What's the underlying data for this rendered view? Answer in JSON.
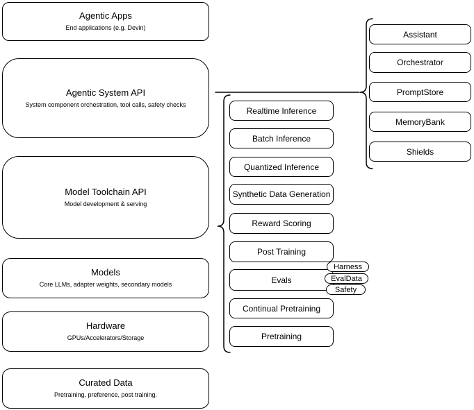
{
  "diagram": {
    "stack": [
      {
        "title": "Agentic Apps",
        "subtitle": "End applications (e.g. Devin)"
      },
      {
        "title": "Agentic System API",
        "subtitle": "System component orchestration, tool calls, safety checks"
      },
      {
        "title": "Model Toolchain API",
        "subtitle": "Model development & serving"
      },
      {
        "title": "Models",
        "subtitle": "Core LLMs, adapter weights, secondary models"
      },
      {
        "title": "Hardware",
        "subtitle": "GPUs/Accelerators/Storage"
      },
      {
        "title": "Curated Data",
        "subtitle": "Pretraining, preference, post training."
      }
    ],
    "toolchain": [
      "Realtime Inference",
      "Batch Inference",
      "Quantized Inference",
      "Synthetic Data Generation",
      "Reward Scoring",
      "Post Training",
      "Evals",
      "Continual Pretraining",
      "Pretraining"
    ],
    "eval_tags": [
      "Harness",
      "EvalData",
      "Safety"
    ],
    "components": [
      "Assistant",
      "Orchestrator",
      "PromptStore",
      "MemoryBank",
      "Shields"
    ],
    "colors": {
      "stroke": "#000000",
      "background": "#ffffff"
    }
  }
}
